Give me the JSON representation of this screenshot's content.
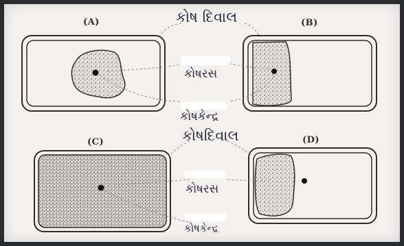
{
  "cells": [
    {
      "id": "A",
      "label": "(A)"
    },
    {
      "id": "B",
      "label": "(B)"
    },
    {
      "id": "C",
      "label": "(C)"
    },
    {
      "id": "D",
      "label": "(D)"
    }
  ],
  "labels": {
    "top_wall": "કોષ દિવાલ",
    "top_cytoplasm": "કોષરસ",
    "top_nucleus": "કોષકેન્દ્ર",
    "bottom_wall": "કોષદિવાલ",
    "bottom_cytoplasm": "કોષરસ",
    "bottom_nucleus": "કોષકેન્દ્ર"
  }
}
